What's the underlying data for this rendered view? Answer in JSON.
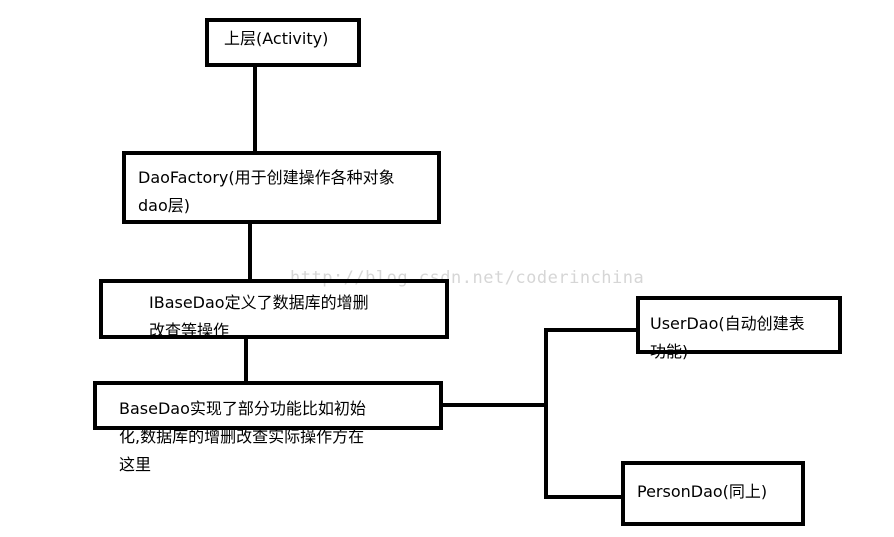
{
  "diagram": {
    "watermark": "http://blog.csdn.net/coderinchina",
    "nodes": {
      "activity": {
        "label": "上层(Activity)"
      },
      "dao_factory": {
        "label": "DaoFactory(用于创建操作各种对象\ndao层)"
      },
      "ibase_dao": {
        "label": "IBaseDao定义了数据库的增删\n改查等操作"
      },
      "base_dao": {
        "label": "BaseDao实现了部分功能比如初始\n化,数据库的增删改查实际操作方在\n这里"
      },
      "user_dao": {
        "label": "UserDao(自动创建表\n功能)"
      },
      "person_dao": {
        "label": "PersonDao(同上)"
      }
    },
    "edges": [
      {
        "from": "activity",
        "to": "dao_factory"
      },
      {
        "from": "dao_factory",
        "to": "ibase_dao"
      },
      {
        "from": "ibase_dao",
        "to": "base_dao"
      },
      {
        "from": "base_dao",
        "to": "user_dao"
      },
      {
        "from": "base_dao",
        "to": "person_dao"
      }
    ],
    "colors": {
      "stroke": "#000000",
      "background": "#ffffff",
      "watermark": "#d6d6d6"
    }
  }
}
